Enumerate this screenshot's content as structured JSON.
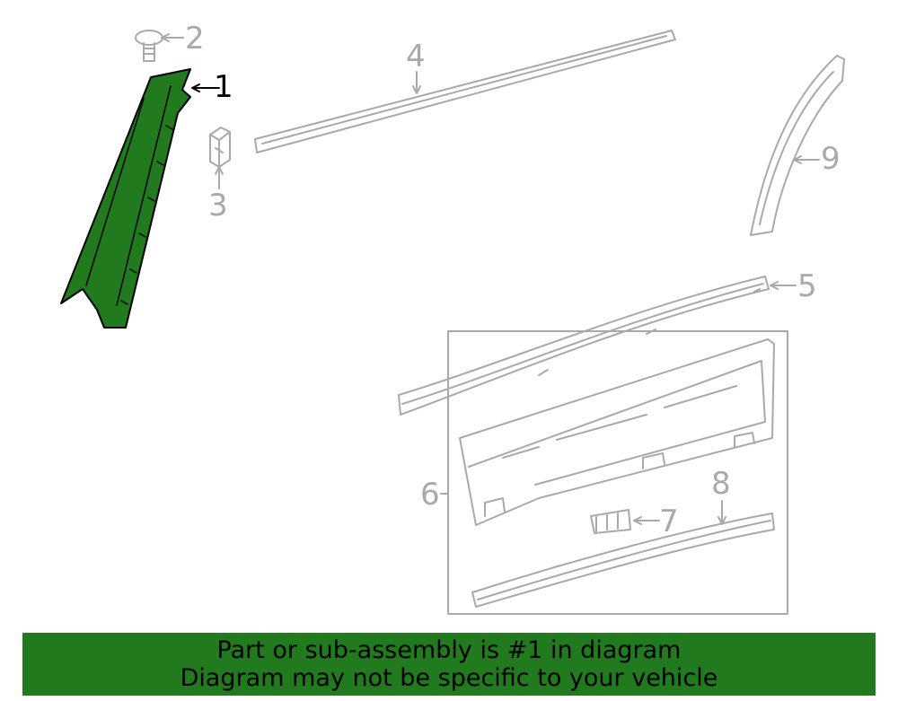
{
  "colors": {
    "highlight": "#217a1d",
    "line": "#a9a9a9",
    "banner_bg": "#217a1d",
    "banner_text": "#000000"
  },
  "callouts": {
    "c1": "1",
    "c2": "2",
    "c3": "3",
    "c4": "4",
    "c5": "5",
    "c6": "6",
    "c7": "7",
    "c8": "8",
    "c9": "9"
  },
  "highlighted_part": "1",
  "banner": {
    "line1": "Part or sub-assembly is #1 in diagram",
    "line2": "Diagram may not be specific to your vehicle"
  }
}
